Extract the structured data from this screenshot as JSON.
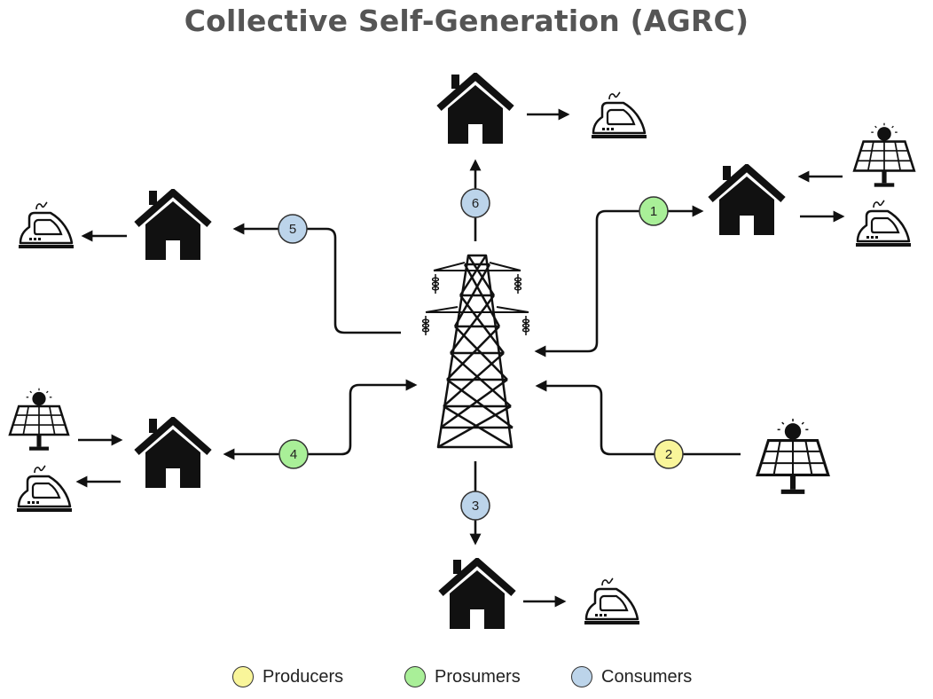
{
  "title": "Collective Self-Generation (AGRC)",
  "colors": {
    "producer": "#f9f59a",
    "prosumer": "#a9ef98",
    "consumer": "#bcd4ea",
    "stroke": "#111111",
    "title": "#555555"
  },
  "nodes": [
    {
      "id": "n1",
      "label": "1",
      "role": "prosumer"
    },
    {
      "id": "n2",
      "label": "2",
      "role": "producer"
    },
    {
      "id": "n3",
      "label": "3",
      "role": "consumer"
    },
    {
      "id": "n4",
      "label": "4",
      "role": "prosumer"
    },
    {
      "id": "n5",
      "label": "5",
      "role": "consumer"
    },
    {
      "id": "n6",
      "label": "6",
      "role": "consumer"
    }
  ],
  "legend": [
    {
      "label": "Producers",
      "role": "producer"
    },
    {
      "label": "Prosumers",
      "role": "prosumer"
    },
    {
      "label": "Consumers",
      "role": "consumer"
    }
  ],
  "icons": [
    "transmission-tower-icon",
    "house-icon",
    "solar-panel-icon",
    "electric-iron-icon"
  ]
}
